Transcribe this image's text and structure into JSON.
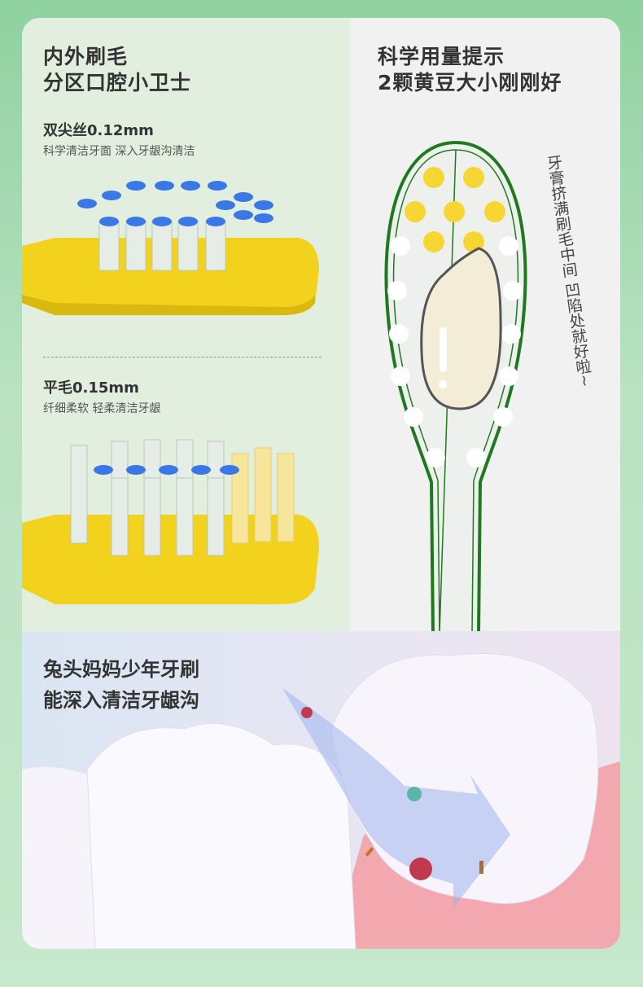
{
  "left_panel": {
    "title_line1": "内外刷毛",
    "title_line2": "分区口腔小卫士",
    "bristle_a": {
      "name": "双尖丝0.12mm",
      "desc": "科学清洁牙面 深入牙龈沟清洁"
    },
    "bristle_b": {
      "name": "平毛0.15mm",
      "desc": "纤细柔软 轻柔清洁牙龈"
    }
  },
  "right_panel": {
    "title_line1": "科学用量提示",
    "title_line2": "2颗黄豆大小刚刚好",
    "annotation": "牙膏挤满刷毛中间 凹陷处就好啦~"
  },
  "bottom_panel": {
    "line1": "兔头妈妈少年牙刷",
    "line2": "能深入清洁牙龈沟"
  },
  "colors": {
    "brush_yellow": "#f2d21c",
    "outline_green": "#1f7a1f",
    "dot_blue": "#3a78e6",
    "gum_pink": "#f3a7ae"
  }
}
